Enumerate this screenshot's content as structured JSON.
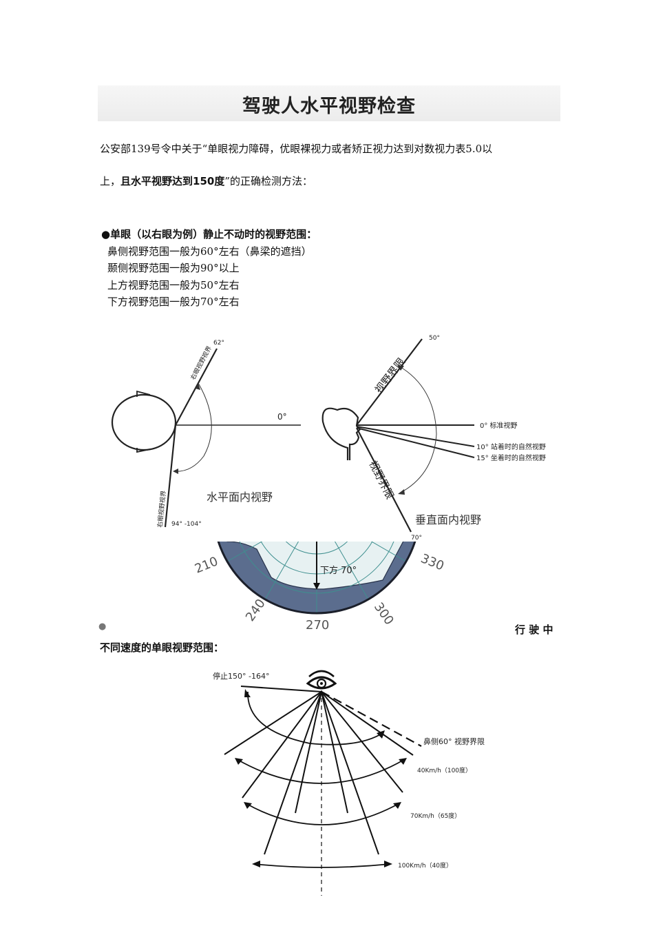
{
  "title": "驾驶人水平视野检查",
  "intro": {
    "line1": "公安部139号令中关于“单眼视力障碍，优眼裸视力或者矫正视力达到对数视力表5.0以",
    "line2_pre": "上，",
    "line2_bold": "且水平视野达到150度",
    "line2_post": "”的正确检测方法："
  },
  "static_section": {
    "heading": "●单眼（以右眼为例）静止不动时的视野范围：",
    "items": [
      "鼻侧视野范围一般为60°左右（鼻梁的遮挡）",
      "颞侧视野范围一般为90°以上",
      "上方视野范围一般为50°左右",
      "下方视野范围一般为70°左右"
    ]
  },
  "horizontal_figure": {
    "top_label": "62°",
    "top_line_label": "右眼视野视界",
    "zero_label": "0°",
    "bottom_line_label": "右眼视野视界",
    "bottom_label": "94° -104°",
    "caption": "水平面内视野"
  },
  "vertical_figure": {
    "top_label": "50°",
    "upper_line_label": "视野界限",
    "zero_label": "0° 标准视野",
    "ten_label": "10° 站着时的自然视野",
    "fifteen_label": "15° 坐着时的自然视野",
    "lower_line_label": "视野界限",
    "bottom_label": "70°",
    "caption": "垂直面内视野"
  },
  "perimeter_chart": {
    "labels": [
      "210",
      "240",
      "270",
      "300",
      "330"
    ],
    "arrow_label": "下方 70°"
  },
  "driving_section": {
    "bullet": "●",
    "heading_right": "行 驶 中",
    "heading_left": "不同速度的单眼视野范围："
  },
  "speed_figure": {
    "stop_label": "停止150° -164°",
    "nasal_label": "鼻侧60° 视野界限",
    "speed_40": "40Km/h（100度）",
    "speed_70": "70Km/h（65度）",
    "speed_100": "100Km/h（40度）"
  }
}
